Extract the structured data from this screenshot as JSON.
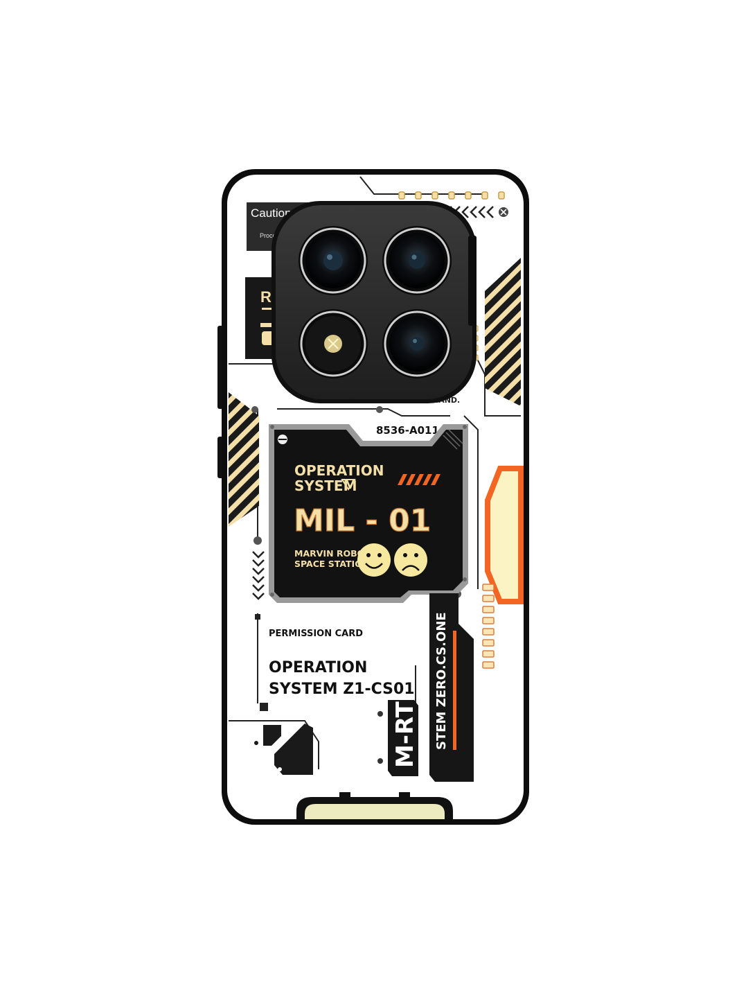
{
  "case": {
    "caution_label": "Caution:",
    "proceed_label": "Proceed",
    "r_label": "R",
    "hand_label": "HAND.",
    "code_label": "8536-A011"
  },
  "screen": {
    "line1": "OPERATION",
    "line2": "SYSTEM",
    "big_label": "MIL - 01",
    "sub1": "MARVIN ROBOT",
    "sub2": "SPACE STATION"
  },
  "permission": {
    "header": "PERMISSION CARD",
    "line1": "OPERATION",
    "line2": "SYSTEM Z1-CS01"
  },
  "vertical": {
    "stem_label": "STEM ZERO.CS.ONE",
    "mrt_label": "M-RT"
  },
  "colors": {
    "accent_orange": "#f26522",
    "cream": "#fbf3c4",
    "black": "#111111",
    "gray_frame": "#8e8e8e"
  }
}
